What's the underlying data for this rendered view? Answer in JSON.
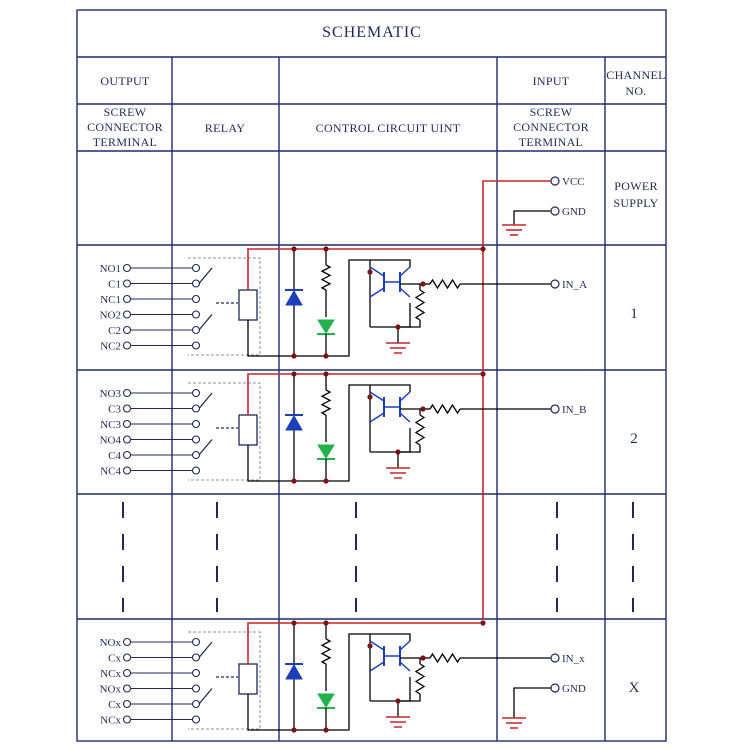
{
  "title": "SCHEMATIC",
  "header": {
    "output": "OUTPUT",
    "input": "INPUT",
    "channel_no": [
      "CHANNEL",
      "NO."
    ],
    "screw_terminal": [
      "SCREW",
      "CONNECTOR",
      "TERMINAL"
    ],
    "relay": "RELAY",
    "control": "CONTROL CIRCUIT UINT"
  },
  "power": {
    "vcc": "VCC",
    "gnd": "GND",
    "label": [
      "POWER",
      "SUPPLY"
    ]
  },
  "channels": [
    {
      "number": "1",
      "input": "IN_A",
      "outputs": [
        "NO1",
        "C1",
        "NC1",
        "NO2",
        "C2",
        "NC2"
      ]
    },
    {
      "number": "2",
      "input": "IN_B",
      "outputs": [
        "NO3",
        "C3",
        "NC3",
        "NO4",
        "C4",
        "NC4"
      ]
    },
    {
      "number": "X",
      "input": "IN_x",
      "outputs": [
        "NOx",
        "Cx",
        "NCx",
        "NOx",
        "Cx",
        "NCx"
      ],
      "gnd": "GND"
    }
  ],
  "colors": {
    "grid": "#1f2a6e",
    "wire": "#000000",
    "power_wire": "#c8252c",
    "diode": "#1b3fb8",
    "led": "#22b24c",
    "ground": "#c8252c"
  }
}
